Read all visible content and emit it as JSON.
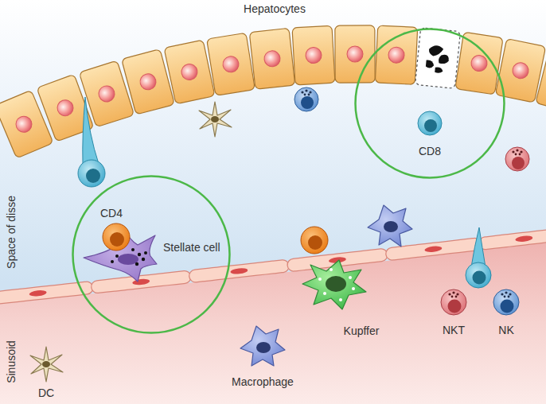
{
  "diagram": {
    "nodes": [
      {
        "text": [
          "CD4",
          "Stellate cell"
        ]
      },
      {
        "text": [
          "CD8"
        ]
      }
    ],
    "labels": [
      "Hepatocytes",
      "Space of disse",
      "Sinusoid",
      "Kupffer",
      "Macrophage",
      "NKT",
      "NK",
      "DC"
    ]
  }
}
